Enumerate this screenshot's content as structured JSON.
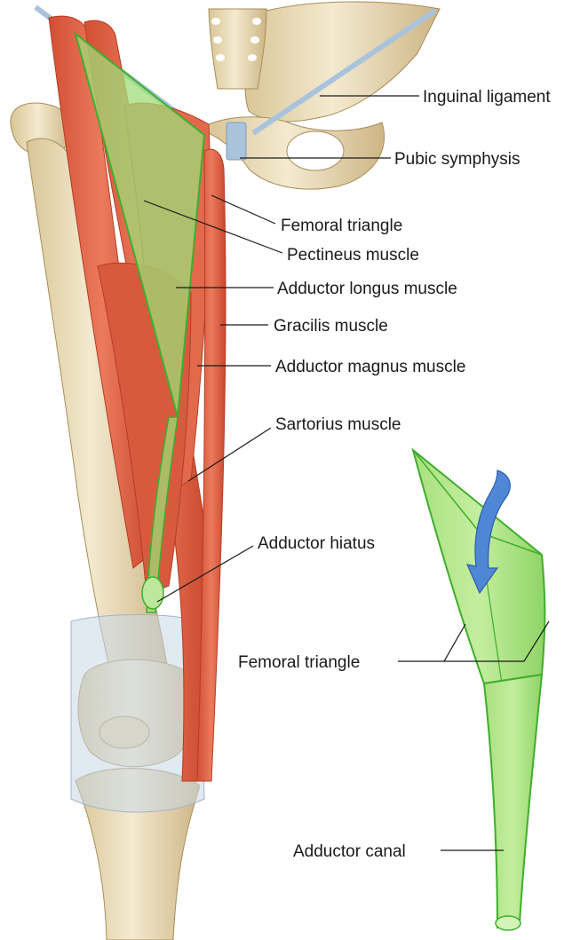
{
  "labels": {
    "inguinal_ligament": "Inguinal ligament",
    "pubic_symphysis": "Pubic symphysis",
    "femoral_triangle": "Femoral triangle",
    "pectineus_muscle": "Pectineus muscle",
    "adductor_longus_muscle": "Adductor longus muscle",
    "gracilis_muscle": "Gracilis muscle",
    "adductor_magnus_muscle": "Adductor magnus muscle",
    "sartorius_muscle": "Sartorius muscle",
    "adductor_hiatus": "Adductor hiatus",
    "femoral_triangle_inset": "Femoral triangle",
    "adductor_canal": "Adductor canal"
  },
  "colors": {
    "bone": "#efe3bf",
    "bone_shade": "#cdb98a",
    "muscle": "#e4664a",
    "muscle_dark": "#c8452c",
    "fascia": "#c9d7e6",
    "green_fill": "#9fdc78",
    "green_stroke": "#3fae2c",
    "arrow_blue": "#4f86d6"
  }
}
